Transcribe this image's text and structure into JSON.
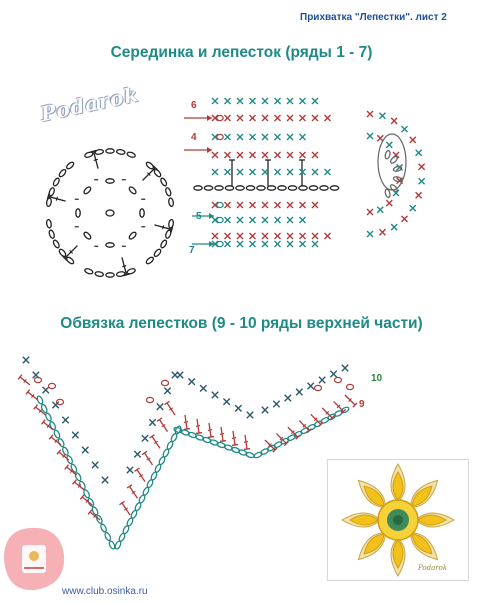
{
  "header": {
    "sheet_label": "Прихватка \"Лепестки\".  лист 2"
  },
  "section1": {
    "title": "Серединка и лепесток (ряды 1 - 7)"
  },
  "section2": {
    "title": "Обвязка лепестков (9 - 10 ряды верхней части)"
  },
  "watermark": {
    "text": "Podarok"
  },
  "row_labels_top": [
    "6",
    "4",
    "5",
    "7"
  ],
  "row_labels_bottom": [
    "10",
    "9"
  ],
  "footer": {
    "site": "www.club.osinka.ru"
  },
  "photo": {
    "caption": "Podarok"
  },
  "colors": {
    "title": "#1f8a86",
    "header": "#1e4f9a",
    "teal_stitch": "#1f8a86",
    "red_stitch": "#b23a3a",
    "dark_stitch": "#222222",
    "flower_yellow": "#f2c21b",
    "flower_green": "#3f8a5a"
  },
  "icons": [
    "osinka-logo-icon",
    "crochet-center-circle",
    "crochet-petal-chart",
    "crochet-edging-chart",
    "flower-photo"
  ]
}
